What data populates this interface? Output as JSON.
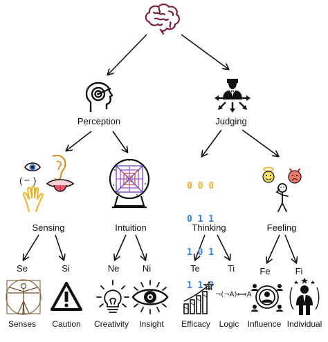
{
  "root": {
    "icon": "brain-icon"
  },
  "level1": [
    {
      "label": "Perception",
      "icon": "target-head-icon"
    },
    {
      "label": "Judging",
      "icon": "decision-person-icon"
    }
  ],
  "level2": [
    {
      "label": "Sensing",
      "icon": "senses-icon"
    },
    {
      "label": "Intuition",
      "icon": "crystal-ball-icon"
    },
    {
      "label": "Thinking",
      "icon": "binary-digits-icon"
    },
    {
      "label": "Feeling",
      "icon": "emotion-faces-icon"
    }
  ],
  "thinking_icon_text": {
    "row1": "0 0 0",
    "row2": "0 1 1",
    "row3": "1 0 1",
    "row4": "1 1 ?"
  },
  "level3": [
    {
      "code": "Se",
      "name": "Senses",
      "icon": "vitruvian-man-icon"
    },
    {
      "code": "Si",
      "name": "Caution",
      "icon": "warning-triangle-icon"
    },
    {
      "code": "Ne",
      "name": "Creativity",
      "icon": "lightbulb-icon"
    },
    {
      "code": "Ni",
      "name": "Insight",
      "icon": "eye-icon"
    },
    {
      "code": "Te",
      "name": "Efficacy",
      "icon": "growth-chart-icon"
    },
    {
      "code": "Ti",
      "name": "Logic",
      "icon": "logic-formula-icon"
    },
    {
      "code": "Fe",
      "name": "Influence",
      "icon": "network-person-icon"
    },
    {
      "code": "Fi",
      "name": "Individual",
      "icon": "star-person-icon"
    }
  ],
  "logic_formula": "¬(¬A)⟺A"
}
